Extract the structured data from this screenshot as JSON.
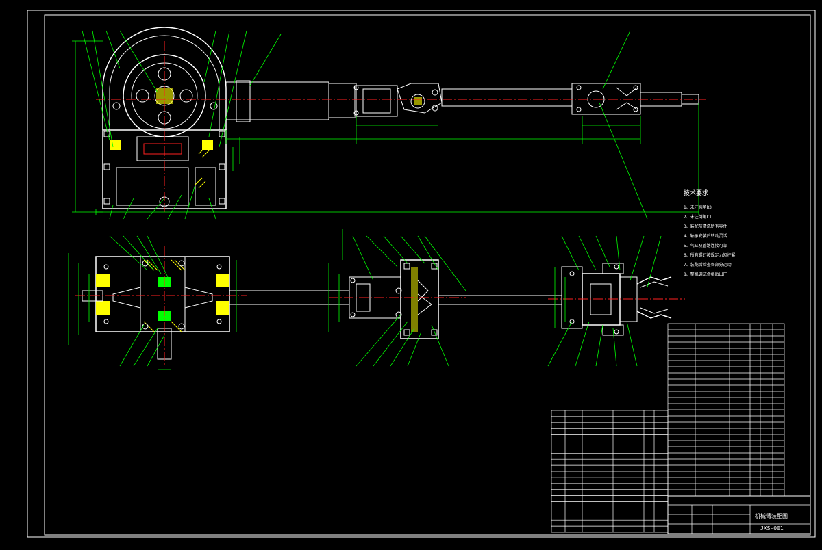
{
  "tech_requirements": {
    "title": "技术要求",
    "items": [
      "1、未注圆角R3",
      "2、未注倒角C1",
      "3、装配前清洗所有零件",
      "4、轴承安装后转动灵活",
      "5、气缸及管路连接可靠",
      "6、所有螺钉按规定力矩拧紧",
      "7、装配后检查各部分运动",
      "8、整机调试合格后出厂"
    ]
  },
  "title_block": {
    "drawing_title": "机械臂装配图",
    "drawing_number": "JXS-001"
  },
  "colors": {
    "background": "#000000",
    "border": "#ffffff",
    "outline": "#ffffff",
    "centerline": "#ff2020",
    "dimension": "#00ff00",
    "part": "#00ffff",
    "hatch": "#ffff00",
    "leader": "#ff00ff"
  }
}
